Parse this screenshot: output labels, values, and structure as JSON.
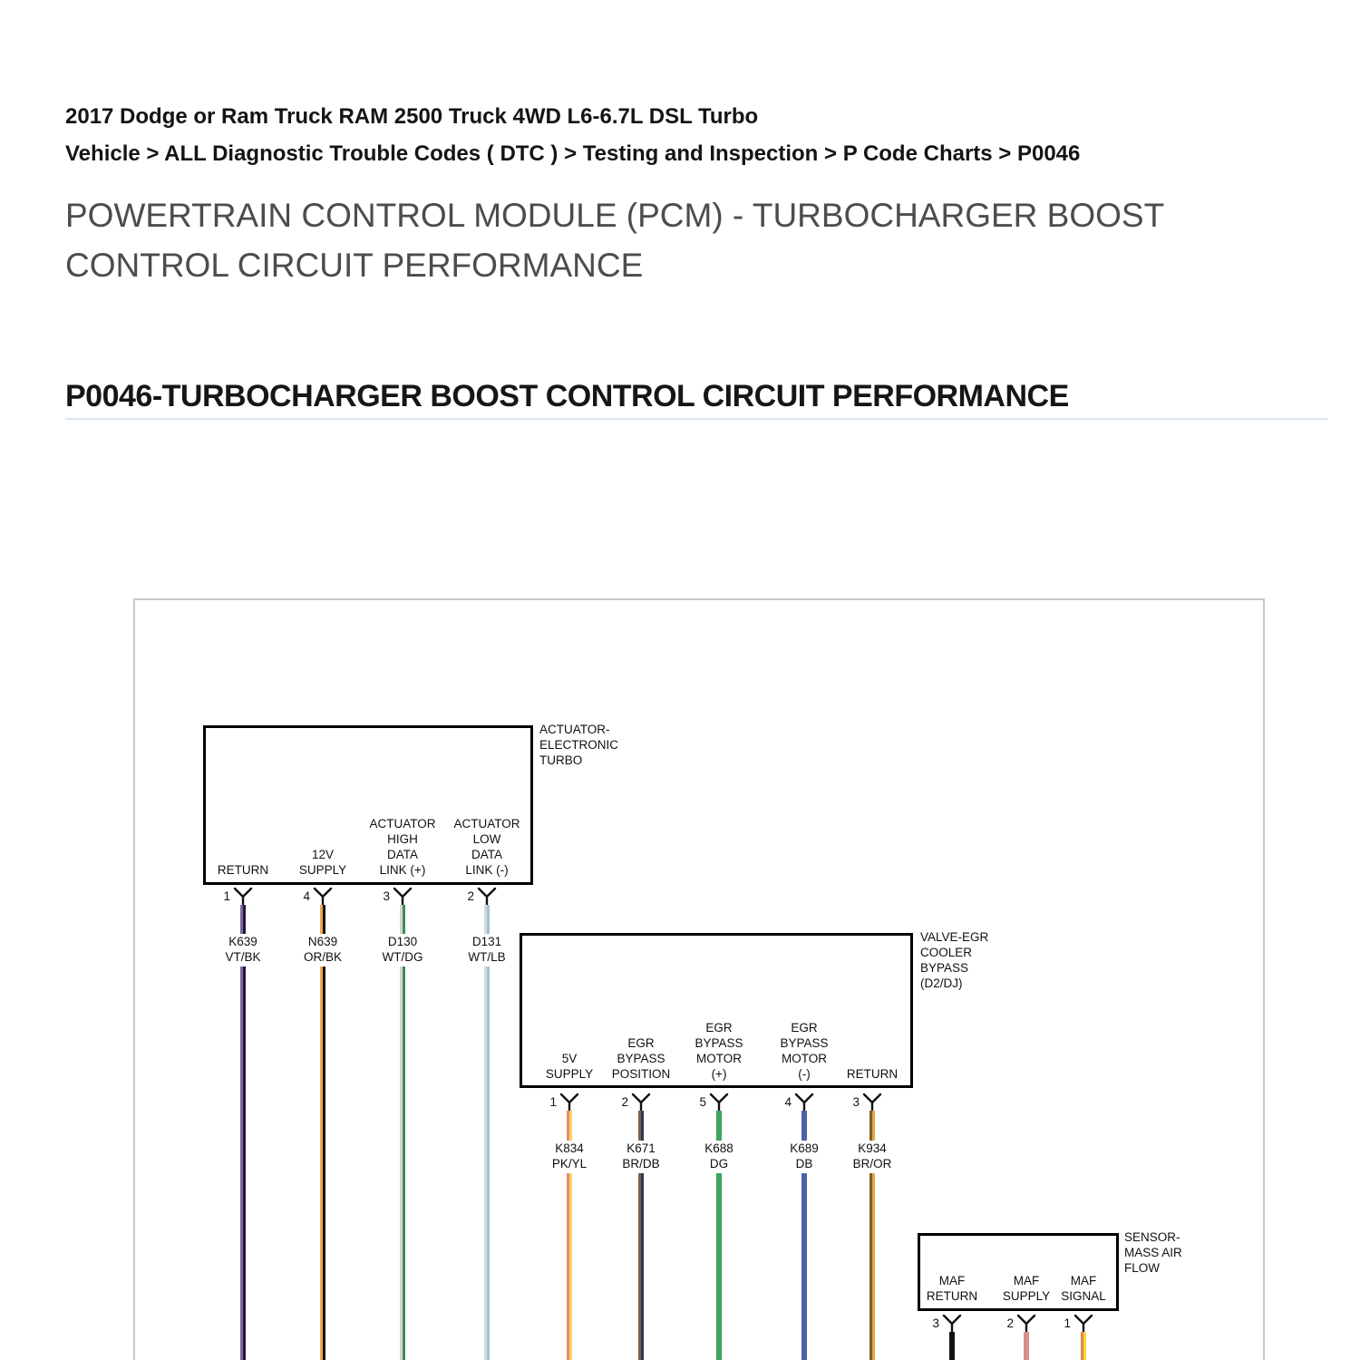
{
  "header": {
    "vehicle_title": "2017 Dodge or Ram Truck RAM 2500 Truck 4WD L6-6.7L DSL Turbo",
    "breadcrumb": "Vehicle > ALL Diagnostic Trouble Codes ( DTC ) > Testing and Inspection > P Code Charts > P0046",
    "module_title": "POWERTRAIN CONTROL MODULE (PCM) - TURBOCHARGER BOOST CONTROL CIRCUIT PERFORMANCE",
    "dtc_heading": "P0046-TURBOCHARGER BOOST CONTROL CIRCUIT PERFORMANCE"
  },
  "diagram": {
    "components": [
      {
        "caption": "ACTUATOR-\nELECTRONIC\nTURBO",
        "pins": [
          {
            "number": "1",
            "label": "RETURN",
            "circuit": "K639",
            "color_code": "VT/BK",
            "wire": [
              "#7b68a7",
              "#241a33"
            ]
          },
          {
            "number": "4",
            "label": "12V\nSUPPLY",
            "circuit": "N639",
            "color_code": "OR/BK",
            "wire": [
              "#f0a64e",
              "#141414"
            ]
          },
          {
            "number": "3",
            "label": "ACTUATOR\nHIGH\nDATA\nLINK (+)",
            "circuit": "D130",
            "color_code": "WT/DG",
            "wire": [
              "#d5d5d1",
              "#3e8e5a"
            ]
          },
          {
            "number": "2",
            "label": "ACTUATOR\nLOW\nDATA\nLINK (-)",
            "circuit": "D131",
            "color_code": "WT/LB",
            "wire": [
              "#d8d8d4",
              "#9cc5d2"
            ]
          }
        ]
      },
      {
        "caption": "VALVE-EGR\nCOOLER\nBYPASS\n(D2/DJ)",
        "pins": [
          {
            "number": "1",
            "label": "5V\nSUPPLY",
            "circuit": "K834",
            "color_code": "PK/YL",
            "wire": [
              "#e58a80",
              "#ffd44d"
            ]
          },
          {
            "number": "2",
            "label": "EGR\nBYPASS\nPOSITION",
            "circuit": "K671",
            "color_code": "BR/DB",
            "wire": [
              "#7a6148",
              "#303652"
            ]
          },
          {
            "number": "5",
            "label": "EGR\nBYPASS\nMOTOR\n(+)",
            "circuit": "K688",
            "color_code": "DG",
            "wire": [
              "#3ea35c",
              "#3ea35c"
            ]
          },
          {
            "number": "4",
            "label": "EGR\nBYPASS\nMOTOR\n(-)",
            "circuit": "K689",
            "color_code": "DB",
            "wire": [
              "#4a63a8",
              "#4a63a8"
            ]
          },
          {
            "number": "3",
            "label": "RETURN",
            "circuit": "K934",
            "color_code": "BR/OR",
            "wire": [
              "#7d5f2a",
              "#e2a647"
            ]
          }
        ]
      },
      {
        "caption": "SENSOR-\nMASS AIR\nFLOW",
        "pins": [
          {
            "number": "3",
            "label": "MAF\nRETURN",
            "wire": [
              "#111111",
              "#111111"
            ]
          },
          {
            "number": "2",
            "label": "MAF\nSUPPLY",
            "wire": [
              "#d98f8d",
              "#d98f8d"
            ]
          },
          {
            "number": "1",
            "label": "MAF\nSIGNAL",
            "wire": [
              "#dc8a55",
              "#ffd43a"
            ]
          }
        ]
      }
    ]
  }
}
